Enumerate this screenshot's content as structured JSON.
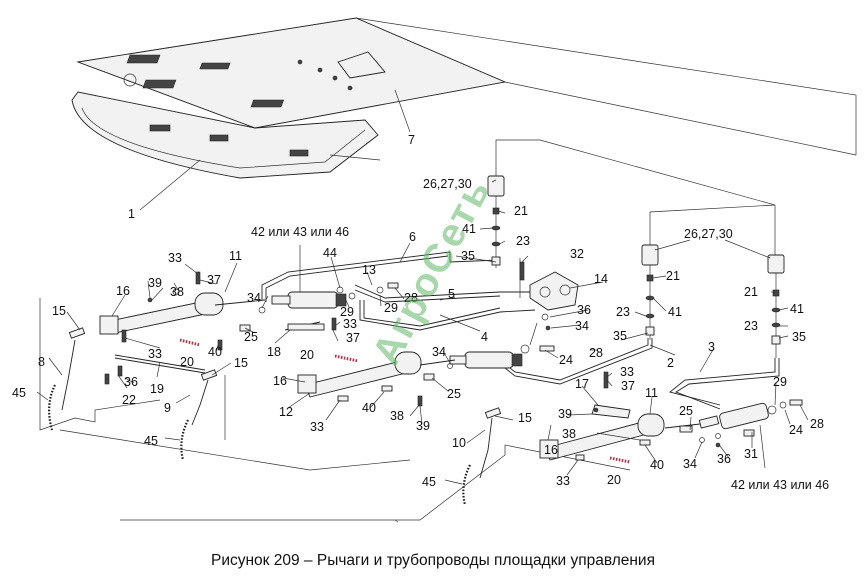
{
  "caption": "Рисунок 209 – Рычаги и трубопроводы площадки управления",
  "watermark": "АгроСеть",
  "colors": {
    "line": "#222222",
    "watermark": "#63b86a",
    "background": "#ffffff"
  },
  "callouts": [
    {
      "id": "c1",
      "text": "1"
    },
    {
      "id": "c2",
      "text": "2"
    },
    {
      "id": "c3",
      "text": "3"
    },
    {
      "id": "c4",
      "text": "4"
    },
    {
      "id": "c5",
      "text": "5"
    },
    {
      "id": "c6",
      "text": "6"
    },
    {
      "id": "c7",
      "text": "7"
    },
    {
      "id": "c8",
      "text": "8"
    },
    {
      "id": "c9",
      "text": "9"
    },
    {
      "id": "c10",
      "text": "10"
    },
    {
      "id": "c11a",
      "text": "11"
    },
    {
      "id": "c11b",
      "text": "11"
    },
    {
      "id": "c12",
      "text": "12"
    },
    {
      "id": "c13",
      "text": "13"
    },
    {
      "id": "c14",
      "text": "14"
    },
    {
      "id": "c15a",
      "text": "15"
    },
    {
      "id": "c15b",
      "text": "15"
    },
    {
      "id": "c15c",
      "text": "15"
    },
    {
      "id": "c16a",
      "text": "16"
    },
    {
      "id": "c16b",
      "text": "16"
    },
    {
      "id": "c16c",
      "text": "16"
    },
    {
      "id": "c17",
      "text": "17"
    },
    {
      "id": "c18",
      "text": "18"
    },
    {
      "id": "c19",
      "text": "19"
    },
    {
      "id": "c20a",
      "text": "20"
    },
    {
      "id": "c20b",
      "text": "20"
    },
    {
      "id": "c20c",
      "text": "20"
    },
    {
      "id": "c21a",
      "text": "21"
    },
    {
      "id": "c21b",
      "text": "21"
    },
    {
      "id": "c21c",
      "text": "21"
    },
    {
      "id": "c22",
      "text": "22"
    },
    {
      "id": "c23a",
      "text": "23"
    },
    {
      "id": "c23b",
      "text": "23"
    },
    {
      "id": "c23c",
      "text": "23"
    },
    {
      "id": "c24a",
      "text": "24"
    },
    {
      "id": "c24b",
      "text": "24"
    },
    {
      "id": "c25a",
      "text": "25"
    },
    {
      "id": "c25b",
      "text": "25"
    },
    {
      "id": "c25c",
      "text": "25"
    },
    {
      "id": "c26a",
      "text": "26,27,30"
    },
    {
      "id": "c26b",
      "text": "26,27,30"
    },
    {
      "id": "c28a",
      "text": "28"
    },
    {
      "id": "c28b",
      "text": "28"
    },
    {
      "id": "c28c",
      "text": "28"
    },
    {
      "id": "c29a",
      "text": "29"
    },
    {
      "id": "c29b",
      "text": "29"
    },
    {
      "id": "c29c",
      "text": "29"
    },
    {
      "id": "c31",
      "text": "31"
    },
    {
      "id": "c32",
      "text": "32"
    },
    {
      "id": "c33a",
      "text": "33"
    },
    {
      "id": "c33b",
      "text": "33"
    },
    {
      "id": "c33c",
      "text": "33"
    },
    {
      "id": "c33d",
      "text": "33"
    },
    {
      "id": "c33e",
      "text": "33"
    },
    {
      "id": "c33f",
      "text": "33"
    },
    {
      "id": "c34a",
      "text": "34"
    },
    {
      "id": "c34b",
      "text": "34"
    },
    {
      "id": "c34c",
      "text": "34"
    },
    {
      "id": "c34d",
      "text": "34"
    },
    {
      "id": "c35a",
      "text": "35"
    },
    {
      "id": "c35b",
      "text": "35"
    },
    {
      "id": "c35c",
      "text": "35"
    },
    {
      "id": "c36a",
      "text": "36"
    },
    {
      "id": "c36b",
      "text": "36"
    },
    {
      "id": "c36c",
      "text": "36"
    },
    {
      "id": "c37a",
      "text": "37"
    },
    {
      "id": "c37b",
      "text": "37"
    },
    {
      "id": "c37c",
      "text": "37"
    },
    {
      "id": "c38a",
      "text": "38"
    },
    {
      "id": "c38b",
      "text": "38"
    },
    {
      "id": "c38c",
      "text": "38"
    },
    {
      "id": "c39a",
      "text": "39"
    },
    {
      "id": "c39b",
      "text": "39"
    },
    {
      "id": "c39c",
      "text": "39"
    },
    {
      "id": "c40a",
      "text": "40"
    },
    {
      "id": "c40b",
      "text": "40"
    },
    {
      "id": "c40c",
      "text": "40"
    },
    {
      "id": "c41a",
      "text": "41"
    },
    {
      "id": "c41b",
      "text": "41"
    },
    {
      "id": "c41c",
      "text": "41"
    },
    {
      "id": "c42a",
      "text": "42 или 43 или 46"
    },
    {
      "id": "c42b",
      "text": "42 или 43 или 46"
    },
    {
      "id": "c44",
      "text": "44"
    },
    {
      "id": "c45a",
      "text": "45"
    },
    {
      "id": "c45b",
      "text": "45"
    },
    {
      "id": "c45c",
      "text": "45"
    }
  ]
}
